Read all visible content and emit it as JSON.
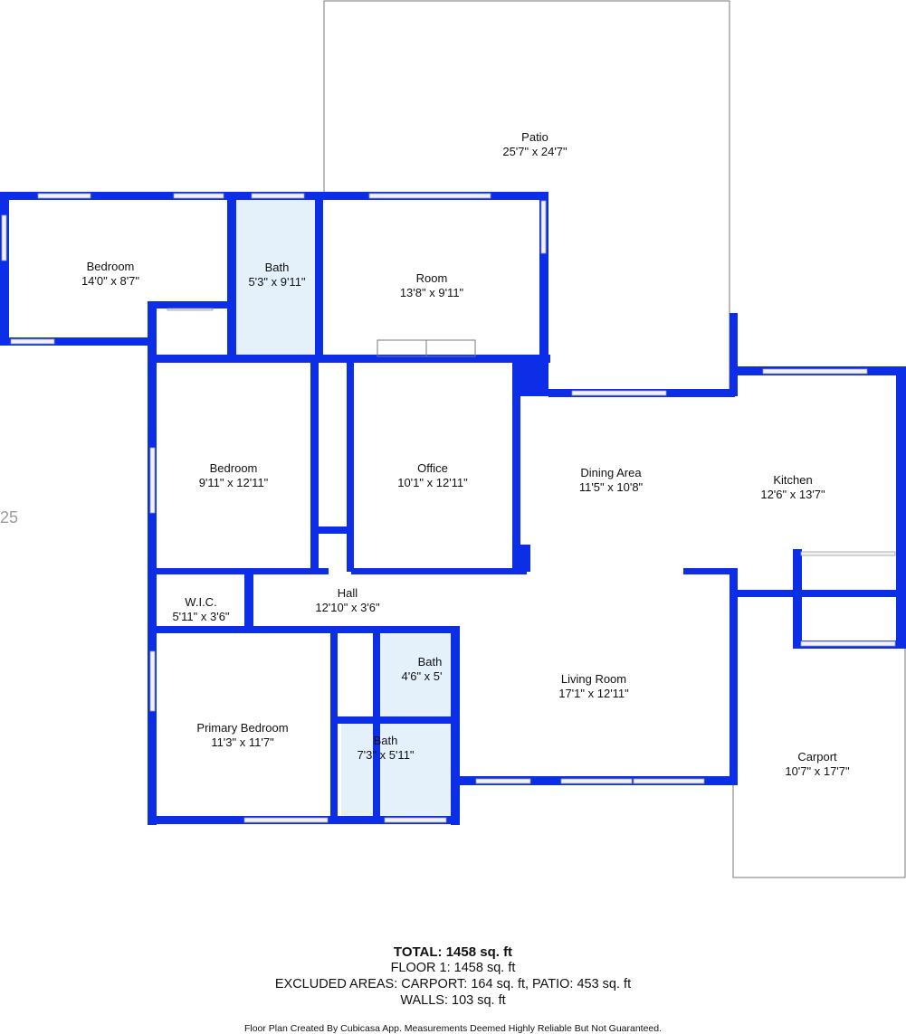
{
  "colors": {
    "wall": "#0b2ee6",
    "bath_fill": "#e4f1fb",
    "outline": "#7a7a7a",
    "window": "#f2f2f2",
    "label": "#111111",
    "edge_label": "#9a9a9a"
  },
  "rooms": {
    "patio": {
      "name": "Patio",
      "dims": "25'7\" x 24'7\""
    },
    "bedroom_nw": {
      "name": "Bedroom",
      "dims": "14'0\" x 8'7\""
    },
    "bath_n": {
      "name": "Bath",
      "dims": "5'3\" x 9'11\""
    },
    "room": {
      "name": "Room",
      "dims": "13'8\" x 9'11\""
    },
    "bedroom_w": {
      "name": "Bedroom",
      "dims": "9'11\" x 12'11\""
    },
    "office": {
      "name": "Office",
      "dims": "10'1\" x 12'11\""
    },
    "dining": {
      "name": "Dining Area",
      "dims": "11'5\" x 10'8\""
    },
    "kitchen": {
      "name": "Kitchen",
      "dims": "12'6\" x 13'7\""
    },
    "wic": {
      "name": "W.I.C.",
      "dims": "5'11\" x 3'6\""
    },
    "hall": {
      "name": "Hall",
      "dims": "12'10\" x 3'6\""
    },
    "bath_mid": {
      "name": "Bath",
      "dims": "4'6\" x 5'"
    },
    "living": {
      "name": "Living Room",
      "dims": "17'1\" x 12'11\""
    },
    "primary": {
      "name": "Primary Bedroom",
      "dims": "11'3\" x 11'7\""
    },
    "bath_s": {
      "name": "Bath",
      "dims": "7'3\" x 5'11\""
    },
    "carport": {
      "name": "Carport",
      "dims": "10'7\" x 17'7\""
    }
  },
  "edge_label": "25",
  "summary": {
    "total": "TOTAL: 1458 sq. ft",
    "floor1": "FLOOR 1: 1458 sq. ft",
    "excluded": "EXCLUDED AREAS: CARPORT: 164 sq. ft, PATIO: 453 sq. ft",
    "walls": "WALLS: 103 sq. ft"
  },
  "credit": "Floor Plan Created By Cubicasa App. Measurements Deemed Highly Reliable But Not Guaranteed."
}
